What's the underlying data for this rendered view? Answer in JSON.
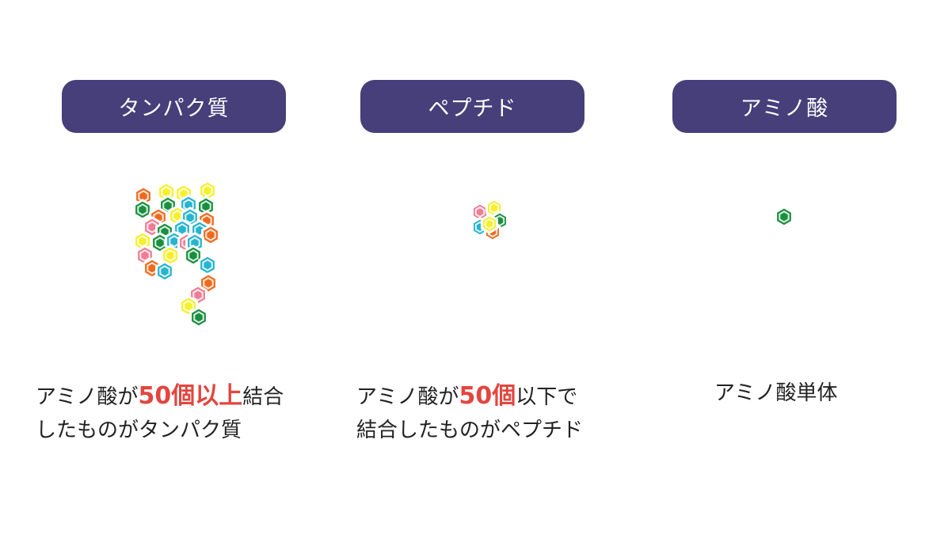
{
  "colors": {
    "pill_bg": "#463f7a",
    "highlight": "#e2463f",
    "orange": "#ef6a1e",
    "green": "#1a8f3f",
    "yellow": "#f5f02a",
    "cyan": "#27b4cf",
    "pink": "#ef7d96"
  },
  "columns": [
    {
      "label": "タンパク質",
      "caption": {
        "line1_pre": "アミノ酸が",
        "line1_hl": "50個以上",
        "line1_post": "結合",
        "line2": "したものがタンパク質"
      }
    },
    {
      "label": "ペプチド",
      "caption": {
        "line1_pre": "アミノ酸が",
        "line1_hl": "50個",
        "line1_post": "以下で",
        "line2": "結合したものがペプチド"
      }
    },
    {
      "label": "アミノ酸",
      "caption": {
        "line1_pre": "アミノ酸単体"
      }
    }
  ],
  "icons": {
    "hexagon": "hexagon-icon",
    "cluster_large": "amino-acid-cluster-large-icon",
    "cluster_small": "amino-acid-cluster-small-icon",
    "single": "amino-acid-single-icon"
  }
}
